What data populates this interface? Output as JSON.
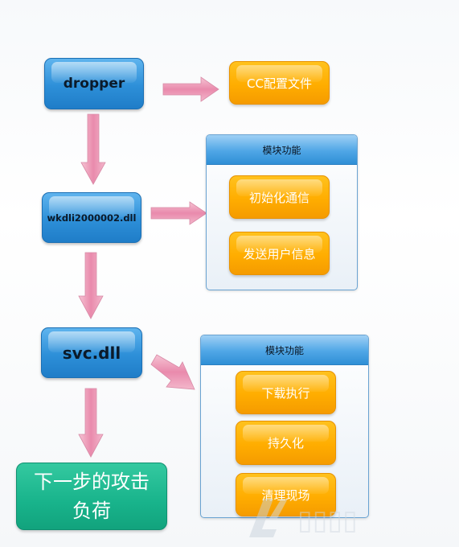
{
  "nodes": {
    "dropper": "dropper",
    "wkdl": "wkdli2000002.dll",
    "svc": "svc.dll",
    "next": "下一步的攻击负荷",
    "cc_config": "CC配置文件"
  },
  "panel1": {
    "title": "模块功能",
    "items": [
      "初始化通信",
      "发送用户信息"
    ]
  },
  "panel2": {
    "title": "模块功能",
    "items": [
      "下载执行",
      "持久化",
      "清理现场"
    ]
  },
  "colors": {
    "blue": "#2d8fd8",
    "orange": "#ffad00",
    "green": "#18b38b",
    "arrow_pink": "#eca3bb"
  }
}
